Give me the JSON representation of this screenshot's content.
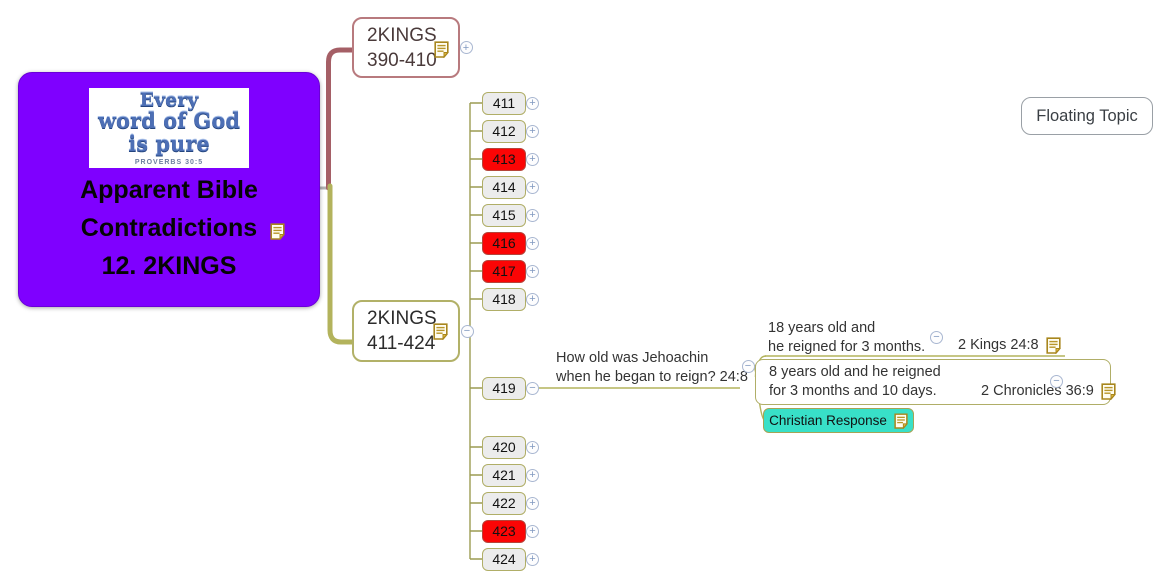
{
  "main_topic": {
    "poster": {
      "lines": [
        "Every",
        "word of God",
        "is pure"
      ],
      "caption": "PROVERBS 30:5"
    },
    "title_lines": [
      "Apparent Bible",
      "Contradictions",
      "12. 2KINGS"
    ]
  },
  "floating_topic": {
    "label": "Floating Topic"
  },
  "branch_top": {
    "line1": "2KINGS",
    "line2": "390-410",
    "expand": "+"
  },
  "branch_bottom": {
    "line1": "2KINGS",
    "line2": "411-424",
    "expand": "−"
  },
  "numbered_topics": [
    {
      "label": "411",
      "red": false,
      "expand": "+"
    },
    {
      "label": "412",
      "red": false,
      "expand": "+"
    },
    {
      "label": "413",
      "red": true,
      "expand": "+"
    },
    {
      "label": "414",
      "red": false,
      "expand": "+"
    },
    {
      "label": "415",
      "red": false,
      "expand": "+"
    },
    {
      "label": "416",
      "red": true,
      "expand": "+"
    },
    {
      "label": "417",
      "red": true,
      "expand": "+"
    },
    {
      "label": "418",
      "red": false,
      "expand": "+"
    },
    {
      "label": "419",
      "red": false,
      "expand": "−"
    },
    {
      "label": "420",
      "red": false,
      "expand": "+"
    },
    {
      "label": "421",
      "red": false,
      "expand": "+"
    },
    {
      "label": "422",
      "red": false,
      "expand": "+"
    },
    {
      "label": "423",
      "red": true,
      "expand": "+"
    },
    {
      "label": "424",
      "red": false,
      "expand": "+"
    }
  ],
  "question": {
    "line1": "How old was Jehoachin",
    "line2": "when he began to reign? 24:8",
    "expand": "−"
  },
  "answer1": {
    "line1": "18 years old and",
    "line2": "he reigned for 3 months.",
    "expand": "−",
    "ref": "2 Kings 24:8"
  },
  "answer2": {
    "line1": "8 years old  and he reigned",
    "line2": "for 3 months and 10 days.",
    "expand": "−",
    "ref": "2 Chronicles 36:9"
  },
  "christian_response": {
    "label": "Christian Response"
  },
  "colors": {
    "main_bg": "#7f00ff",
    "branch_top_line": "#a55f66",
    "branch_bottom_line": "#b3b35c",
    "highlight_red": "#fb0505",
    "response_bg": "#38e0c8",
    "note_gold": "#a8861d"
  }
}
